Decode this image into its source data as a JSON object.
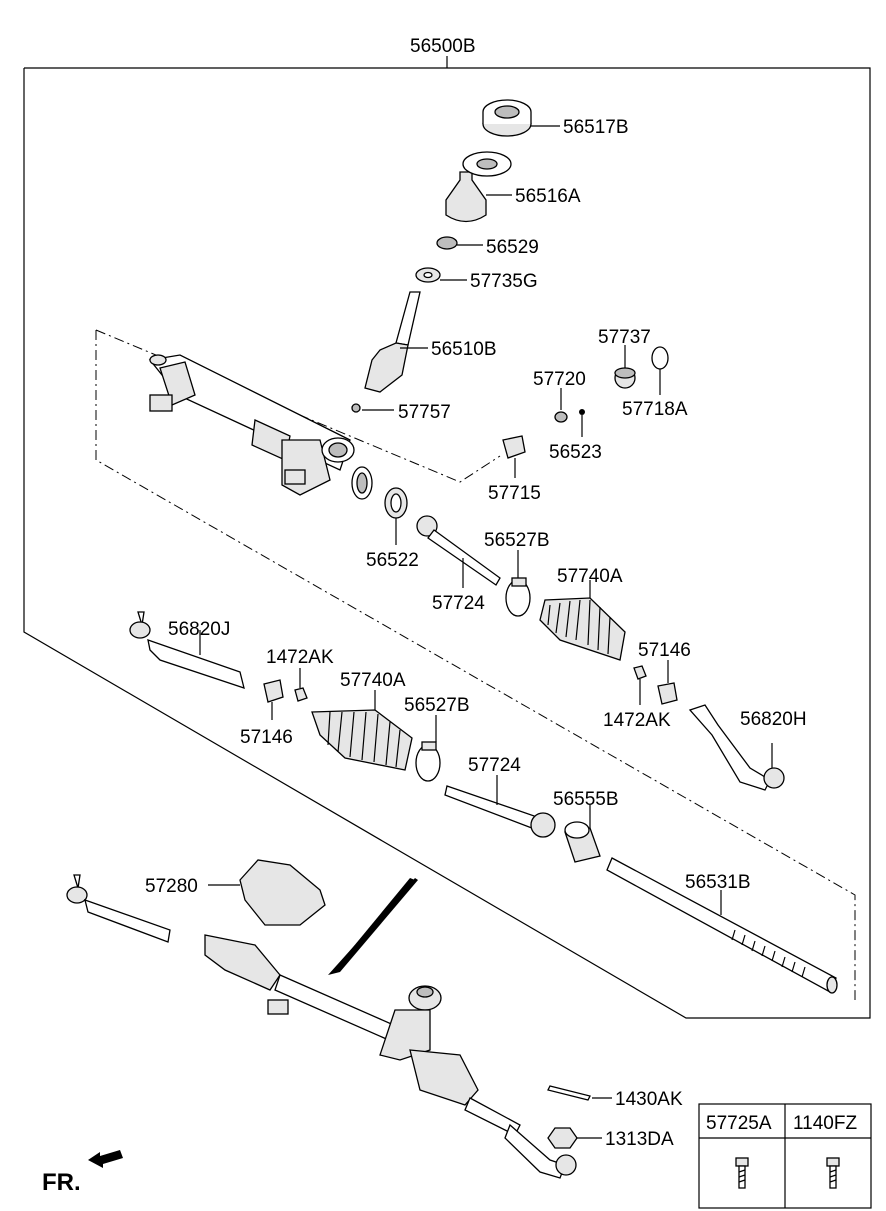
{
  "assembly_label": "56500B",
  "labels": {
    "p56517B": "56517B",
    "p56516A": "56516A",
    "p56529": "56529",
    "p57735G": "57735G",
    "p56510B": "56510B",
    "p57757": "57757",
    "p57737": "57737",
    "p57720": "57720",
    "p57718A": "57718A",
    "p56523": "56523",
    "p57715": "57715",
    "p56522": "56522",
    "p56527B_top": "56527B",
    "p57740A_right": "57740A",
    "p57724_top": "57724",
    "p56820J": "56820J",
    "p1472AK_left": "1472AK",
    "p57740A_left": "57740A",
    "p57146_right": "57146",
    "p57146_left": "57146",
    "p56527B_mid": "56527B",
    "p1472AK_right": "1472AK",
    "p56820H": "56820H",
    "p57724_mid": "57724",
    "p56555B": "56555B",
    "p56531B": "56531B",
    "p57280": "57280",
    "p1430AK": "1430AK",
    "p1313DA": "1313DA"
  },
  "fr_label": "FR.",
  "legend_table": {
    "columns": [
      "57725A",
      "1140FZ"
    ],
    "icons": [
      "bolt-icon",
      "bolt-icon"
    ]
  }
}
